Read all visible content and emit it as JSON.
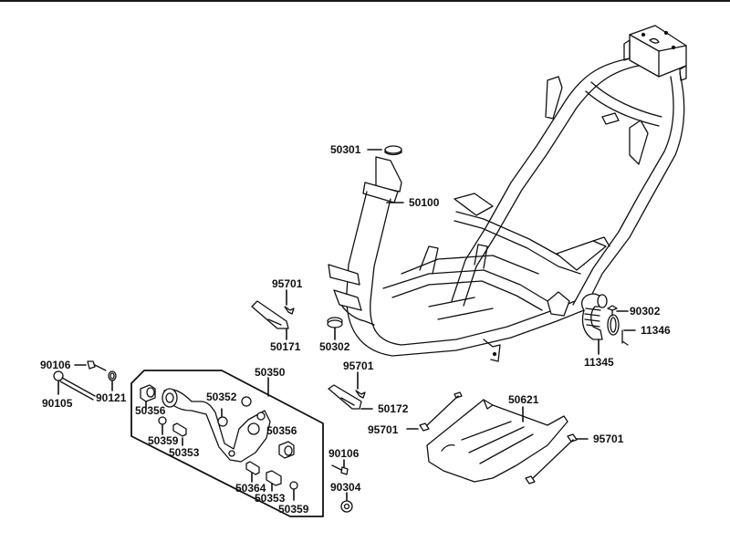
{
  "diagram": {
    "title": "Frame assembly exploded parts diagram",
    "colors": {
      "line": "#111111",
      "background": "#ffffff",
      "fill": "#ffffff"
    }
  },
  "labels": {
    "frame": "50100",
    "steering_cup_top": "50301",
    "steering_cup_bottom": "50302",
    "bracket_left": "50171",
    "bracket_left_bolt": "95701",
    "bracket_right": "50172",
    "bracket_right_bolt": "95701",
    "air_duct": "11345",
    "duct_clamp": "11346",
    "duct_screw": "90302",
    "bolt_90106_top": "90106",
    "bolt_90105": "90105",
    "washer_90121": "90121",
    "engine_hanger_assy": "50350",
    "hanger_bush_left": "50356",
    "hanger_collar": "50352",
    "hanger_nut_left": "50359",
    "hanger_pin_left": "50353",
    "hanger_bush_right": "50356",
    "hanger_pin_50364": "50364",
    "hanger_pin_right": "50353",
    "hanger_nut_right": "50359",
    "bolt_90106_bottom": "90106",
    "nut_90304": "90304",
    "floor_cover": "50621",
    "cover_bolt_left": "95701",
    "cover_bolt_right": "95701"
  }
}
